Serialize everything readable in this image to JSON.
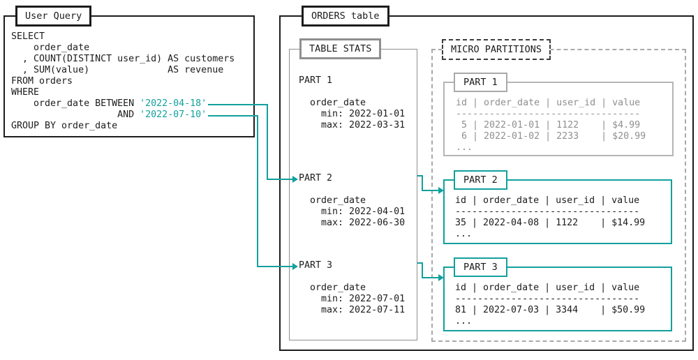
{
  "colors": {
    "accent": "#12a09e",
    "border_dark": "#1c1c1c",
    "border_gray": "#8f8f8f",
    "muted_border": "#b5b5b5",
    "muted_text": "#8f8f8f",
    "light_gray": "#a9a9a9"
  },
  "query": {
    "title": "User Query",
    "sql_lines": [
      [
        {
          "t": "SELECT"
        }
      ],
      [
        {
          "t": "    order_date"
        }
      ],
      [
        {
          "t": "  , COUNT(DISTINCT user_id) AS customers"
        }
      ],
      [
        {
          "t": "  , SUM(value)              AS revenue"
        }
      ],
      [
        {
          "t": "FROM orders"
        }
      ],
      [
        {
          "t": "WHERE"
        }
      ],
      [
        {
          "t": "    order_date BETWEEN "
        },
        {
          "t": "'2022-04-18'",
          "c": "accent"
        }
      ],
      [
        {
          "t": "                   AND "
        },
        {
          "t": "'2022-07-10'",
          "c": "accent"
        }
      ],
      [
        {
          "t": "GROUP BY order_date"
        }
      ]
    ]
  },
  "orders": {
    "title": "ORDERS table",
    "table_stats": {
      "title": "TABLE STATS",
      "parts": [
        {
          "name": "PART 1",
          "column_line": "  order_date",
          "min_line": "    min: 2022-01-01",
          "max_line": "    max: 2022-03-31"
        },
        {
          "name": "PART 2",
          "column_line": "  order_date",
          "min_line": "    min: 2022-04-01",
          "max_line": "    max: 2022-06-30"
        },
        {
          "name": "PART 3",
          "column_line": "  order_date",
          "min_line": "    min: 2022-07-01",
          "max_line": "    max: 2022-07-11"
        }
      ]
    },
    "micro_partitions": {
      "title": "MICRO PARTITIONS",
      "parts": [
        {
          "name": "PART 1",
          "header": "id | order_date | user_id | value",
          "separator": "---------------------------------",
          "rows": {
            "row1": " 5 | 2022-01-01 | 1122    | $4.99",
            "row2": " 6 | 2022-01-02 | 2233    | $20.99"
          },
          "ellipsis": "..."
        },
        {
          "name": "PART 2",
          "header": "id | order_date | user_id | value",
          "separator": "---------------------------------",
          "rows": {
            "row1": "35 | 2022-04-08 | 1122    | $14.99"
          },
          "ellipsis": "..."
        },
        {
          "name": "PART 3",
          "header": "id | order_date | user_id | value",
          "separator": "---------------------------------",
          "rows": {
            "row1": "81 | 2022-07-03 | 3344    | $50.99"
          },
          "ellipsis": "..."
        }
      ]
    }
  }
}
